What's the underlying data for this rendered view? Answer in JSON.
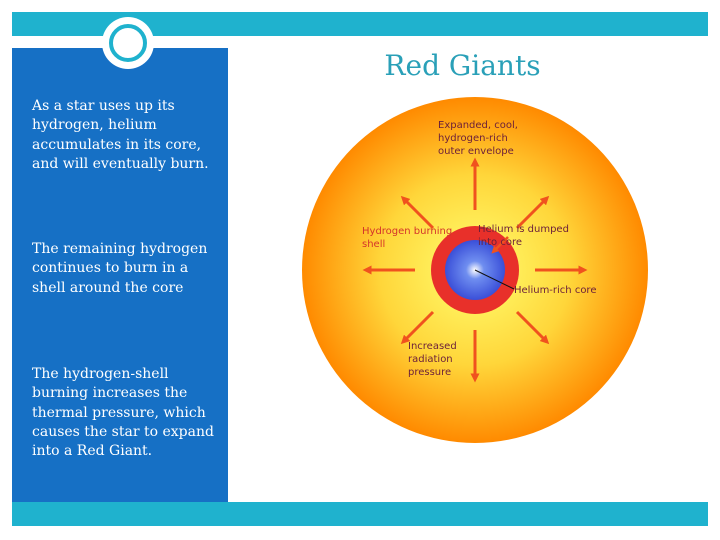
{
  "slide": {
    "title": "Red Giants",
    "paragraphs": [
      "As a star uses up its hydrogen, helium accumulates in its core, and will eventually burn.",
      "The remaining hydrogen continues to burn in a shell around the core",
      "The hydrogen-shell burning increases the thermal pressure, which causes the star to expand into a Red Giant."
    ]
  },
  "diagram": {
    "labels": {
      "envelope": [
        "Expanded, cool,",
        "hydrogen-rich",
        "outer envelope"
      ],
      "shell": [
        "Hydrogen burning",
        "shell"
      ],
      "helium_dumped": [
        "Helium is dumped",
        "into core"
      ],
      "core": [
        "Helium-rich core"
      ],
      "pressure": [
        "Increased",
        "radiation",
        "pressure"
      ]
    },
    "colors": {
      "envelope_outer": "#ff8a00",
      "envelope_inner": "#ffff70",
      "shell": "#e8302a",
      "core": "#3a4fd8",
      "arrow": "#f0521e",
      "label_dark": "#6b1f3a",
      "label_red": "#d4342b"
    }
  }
}
